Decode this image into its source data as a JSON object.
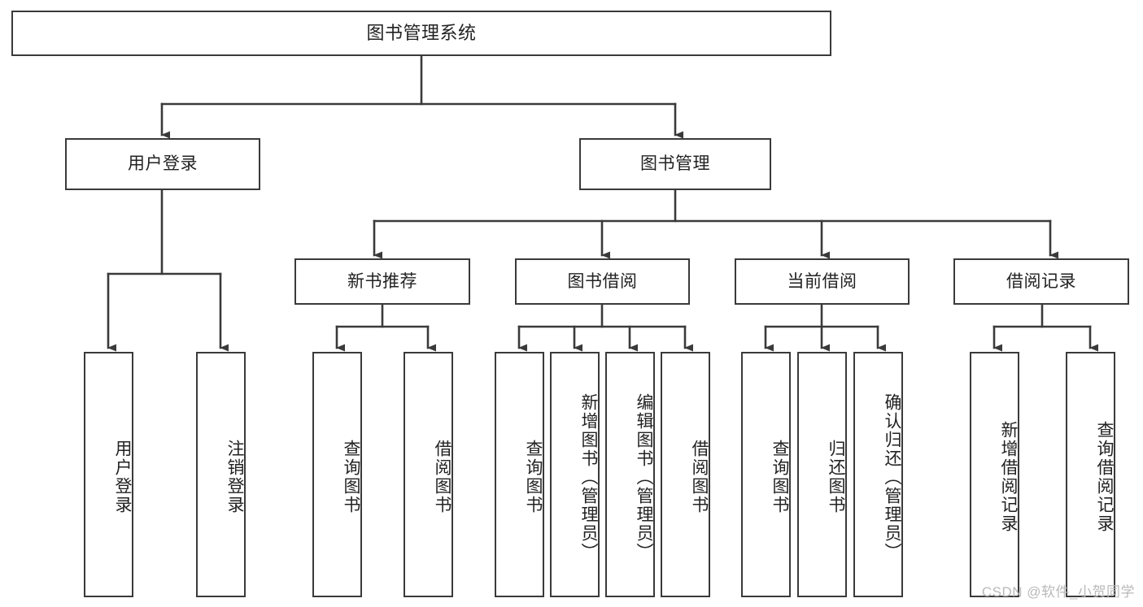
{
  "diagram": {
    "title": "图书管理系统",
    "watermark": "CSDN @软件_小贺同学",
    "stroke_color": "#3a3a3a",
    "text_color": "#222222",
    "background_color": "#ffffff",
    "watermark_color": "#b9b9b9",
    "root": {
      "label": "图书管理系统"
    },
    "level2": [
      {
        "label": "用户登录"
      },
      {
        "label": "图书管理"
      }
    ],
    "level3": [
      {
        "label": "新书推荐"
      },
      {
        "label": "图书借阅"
      },
      {
        "label": "当前借阅"
      },
      {
        "label": "借阅记录"
      }
    ],
    "leaves": [
      {
        "label": "用户登录",
        "parent": "用户登录"
      },
      {
        "label": "注销登录",
        "parent": "用户登录"
      },
      {
        "label": "查询图书",
        "parent": "新书推荐"
      },
      {
        "label": "借阅图书",
        "parent": "新书推荐"
      },
      {
        "label": "查询图书",
        "parent": "图书借阅"
      },
      {
        "label": "新增图书（管理员）",
        "parent": "图书借阅"
      },
      {
        "label": "编辑图书（管理员）",
        "parent": "图书借阅"
      },
      {
        "label": "借阅图书",
        "parent": "图书借阅"
      },
      {
        "label": "查询图书",
        "parent": "当前借阅"
      },
      {
        "label": "归还图书",
        "parent": "当前借阅"
      },
      {
        "label": "确认归还（管理员）",
        "parent": "当前借阅"
      },
      {
        "label": "新增借阅记录",
        "parent": "借阅记录"
      },
      {
        "label": "查询借阅记录",
        "parent": "借阅记录"
      }
    ]
  }
}
